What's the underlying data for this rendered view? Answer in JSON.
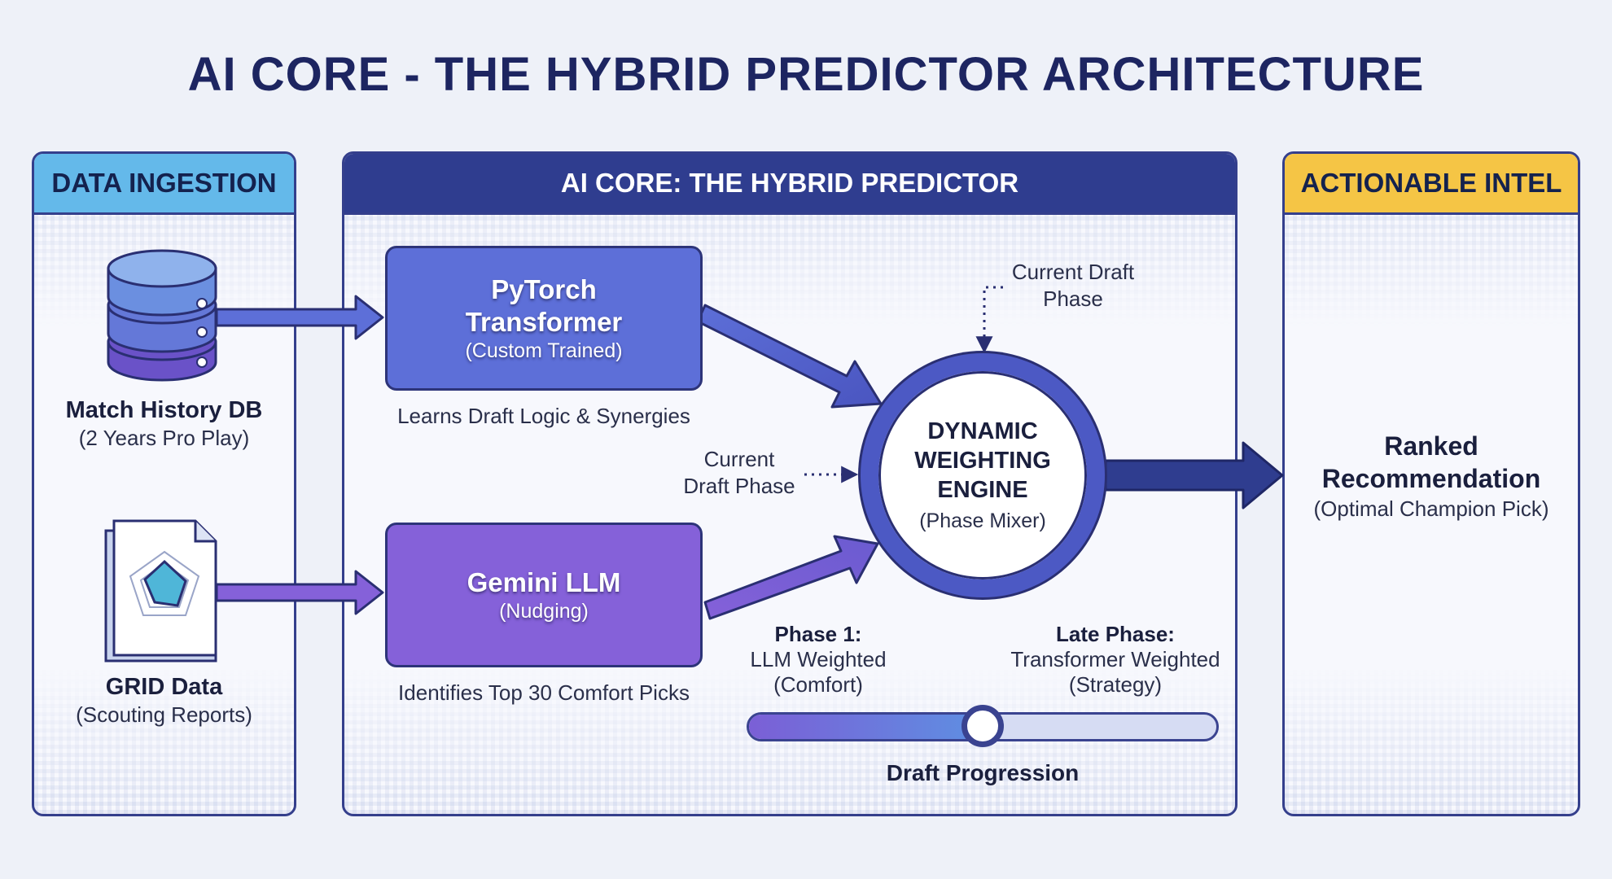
{
  "title": "AI CORE - THE HYBRID PREDICTOR  ARCHITECTURE",
  "panels": {
    "ingestion": {
      "header": "DATA INGESTION"
    },
    "core": {
      "header": "AI CORE: THE HYBRID PREDICTOR"
    },
    "intel": {
      "header": "ACTIONABLE INTEL"
    }
  },
  "sources": {
    "match_history": {
      "title": "Match History DB",
      "subtitle": "(2 Years Pro Play)",
      "icon": "database-icon"
    },
    "grid": {
      "title": "GRID Data",
      "subtitle": "(Scouting Reports)",
      "icon": "scouting-report-icon"
    }
  },
  "models": {
    "pytorch": {
      "title_line1": "PyTorch",
      "title_line2": "Transformer",
      "subtitle": "(Custom Trained)",
      "caption": "Learns Draft Logic & Synergies"
    },
    "gemini": {
      "title": "Gemini LLM",
      "subtitle": "(Nudging)",
      "caption": "Identifies Top 30 Comfort Picks"
    }
  },
  "engine": {
    "line1": "DYNAMIC",
    "line2": "WEIGHTING",
    "line3": "ENGINE",
    "subtitle": "(Phase Mixer)"
  },
  "phase_inputs": {
    "top": {
      "line1": "Current Draft",
      "line2": "Phase"
    },
    "left": {
      "line1": "Current",
      "line2": "Draft Phase"
    }
  },
  "slider": {
    "phase1_title": "Phase 1:",
    "phase1_line1": "LLM Weighted",
    "phase1_line2": "(Comfort)",
    "late_title": "Late Phase:",
    "late_line1": "Transformer Weighted",
    "late_line2": "(Strategy)",
    "label": "Draft Progression",
    "progress_fraction": 0.5
  },
  "output": {
    "line1": "Ranked",
    "line2": "Recommendation",
    "subtitle": "(Optimal Champion Pick)"
  },
  "colors": {
    "navy": "#2f3d8f",
    "ingestion_header": "#64b9ea",
    "intel_header": "#f5c545",
    "pytorch": "#5d6fd8",
    "gemini": "#8561d9",
    "engine_ring": "#4c59c4"
  }
}
